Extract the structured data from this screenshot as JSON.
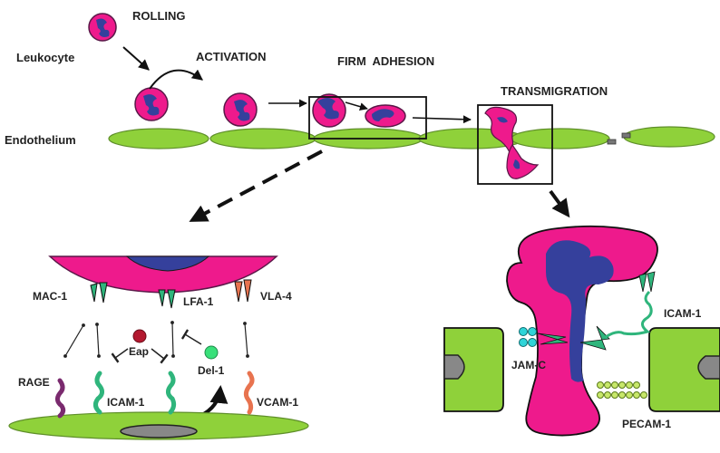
{
  "colors": {
    "leukocyte_pink": "#ee1a8c",
    "nucleus_blue": "#35409c",
    "endothelium_green": "#8fd13a",
    "integrin_green": "#2fb57c",
    "vla4_orange": "#e8734f",
    "rage_purple": "#7a2a6e",
    "eap_red": "#b3182f",
    "del1_green": "#39e07a",
    "jam_cyan": "#2fd4d8",
    "pecam_yellowgreen": "#c8e86a",
    "cell_nucleus_gray": "#888888",
    "outline": "#1a1a1a"
  },
  "top_panel": {
    "labels": {
      "rolling": "ROLLING",
      "leukocyte": "Leukocyte",
      "activation": "ACTIVATION",
      "firm_adhesion": "FIRM  ADHESION",
      "transmigration": "TRANSMIGRATION",
      "endothelium": "Endothelium"
    }
  },
  "bottom_left_panel": {
    "integrins": {
      "mac1": "MAC-1",
      "lfa1": "LFA-1",
      "vla4": "VLA-4"
    },
    "ligands": {
      "rage": "RAGE",
      "icam1": "ICAM-1",
      "vcam1": "VCAM-1"
    },
    "modulators": {
      "eap": "Eap",
      "del1": "Del-1"
    }
  },
  "bottom_right_panel": {
    "labels": {
      "icam1": "ICAM-1",
      "jamc": "JAM-C",
      "pecam1": "PECAM-1"
    }
  }
}
